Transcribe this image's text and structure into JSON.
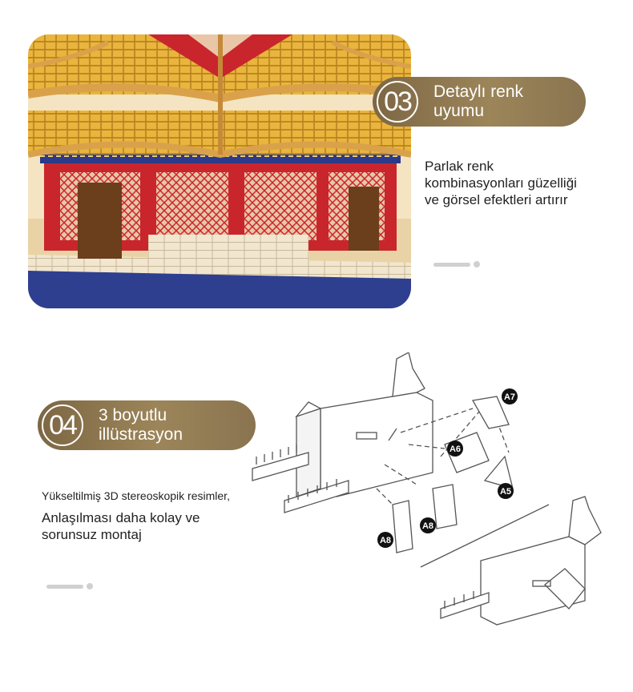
{
  "feature3": {
    "number": "03",
    "title_line1": "Detaylı renk",
    "title_line2": "uyumu",
    "desc_line1": "Parlak renk",
    "desc_line2": "kombinasyonları güzelliği",
    "desc_line3": "ve görsel efektleri artırır"
  },
  "feature4": {
    "number": "04",
    "title_line1": "3 boyutlu",
    "title_line2": "illüstrasyon",
    "desc_line1": "Yükseltilmiş 3D stereoskopik resimler,",
    "desc_line2": "Anlaşılması daha kolay ve",
    "desc_line3": "sorunsuz montaj"
  },
  "diagram_labels": {
    "a7": "A7",
    "a6": "A6",
    "a5": "A5",
    "a8_left": "A8",
    "a8_right": "A8"
  },
  "colors": {
    "pill_gold": "#9c8559",
    "roof_yellow": "#e8b43a",
    "wall_red": "#c8262c",
    "base_blue": "#2b3a8a"
  }
}
